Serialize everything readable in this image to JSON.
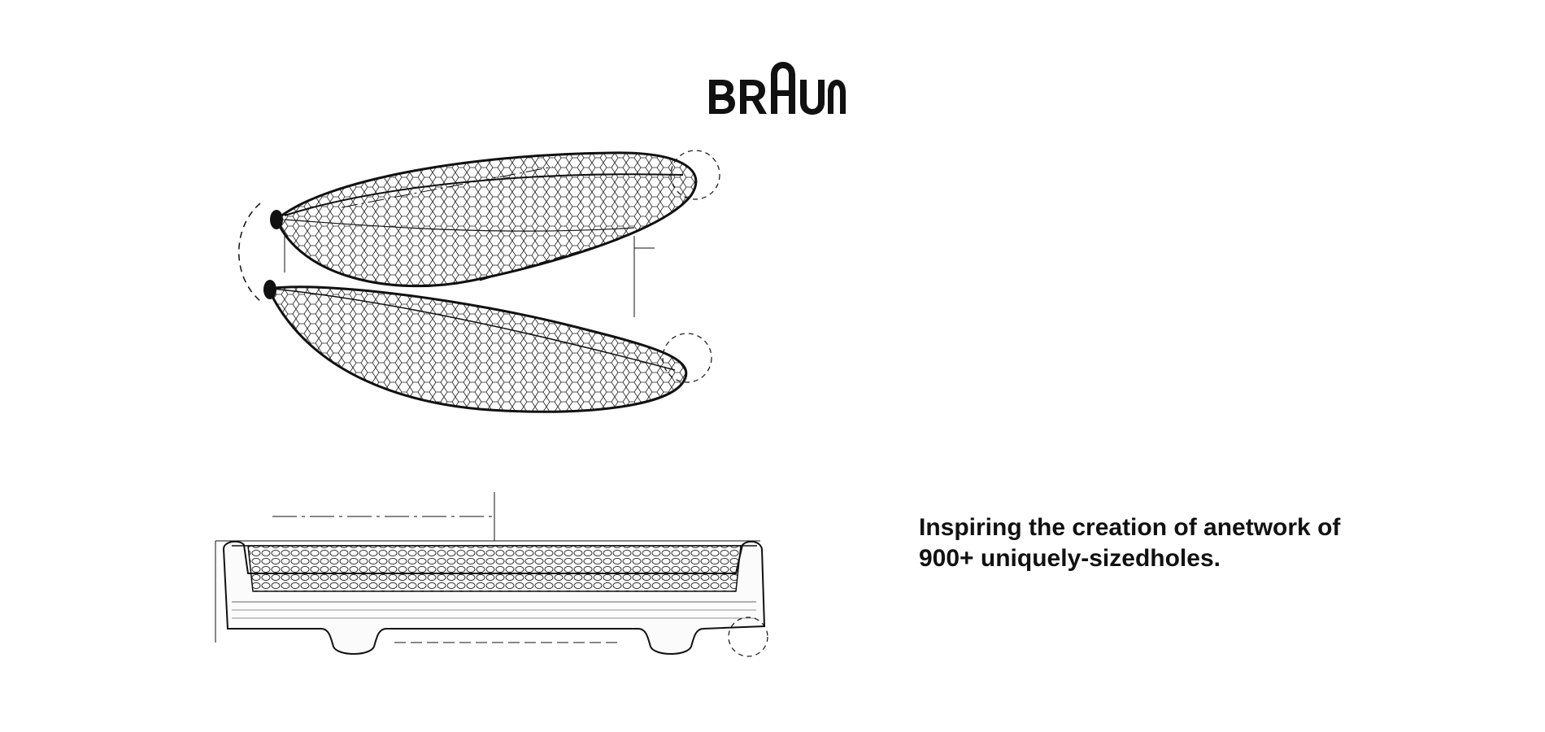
{
  "brand": {
    "name": "BRAUN",
    "logo_icon": "braun-wordmark"
  },
  "illustrations": {
    "top": "dragonfly-wings-icon",
    "bottom": "shaver-foil-icon"
  },
  "caption": {
    "line1": "Inspiring the creation of anetwork of",
    "line2": "900+ uniquely-sizedholes."
  },
  "colors": {
    "background": "#ffffff",
    "ink": "#111111"
  }
}
